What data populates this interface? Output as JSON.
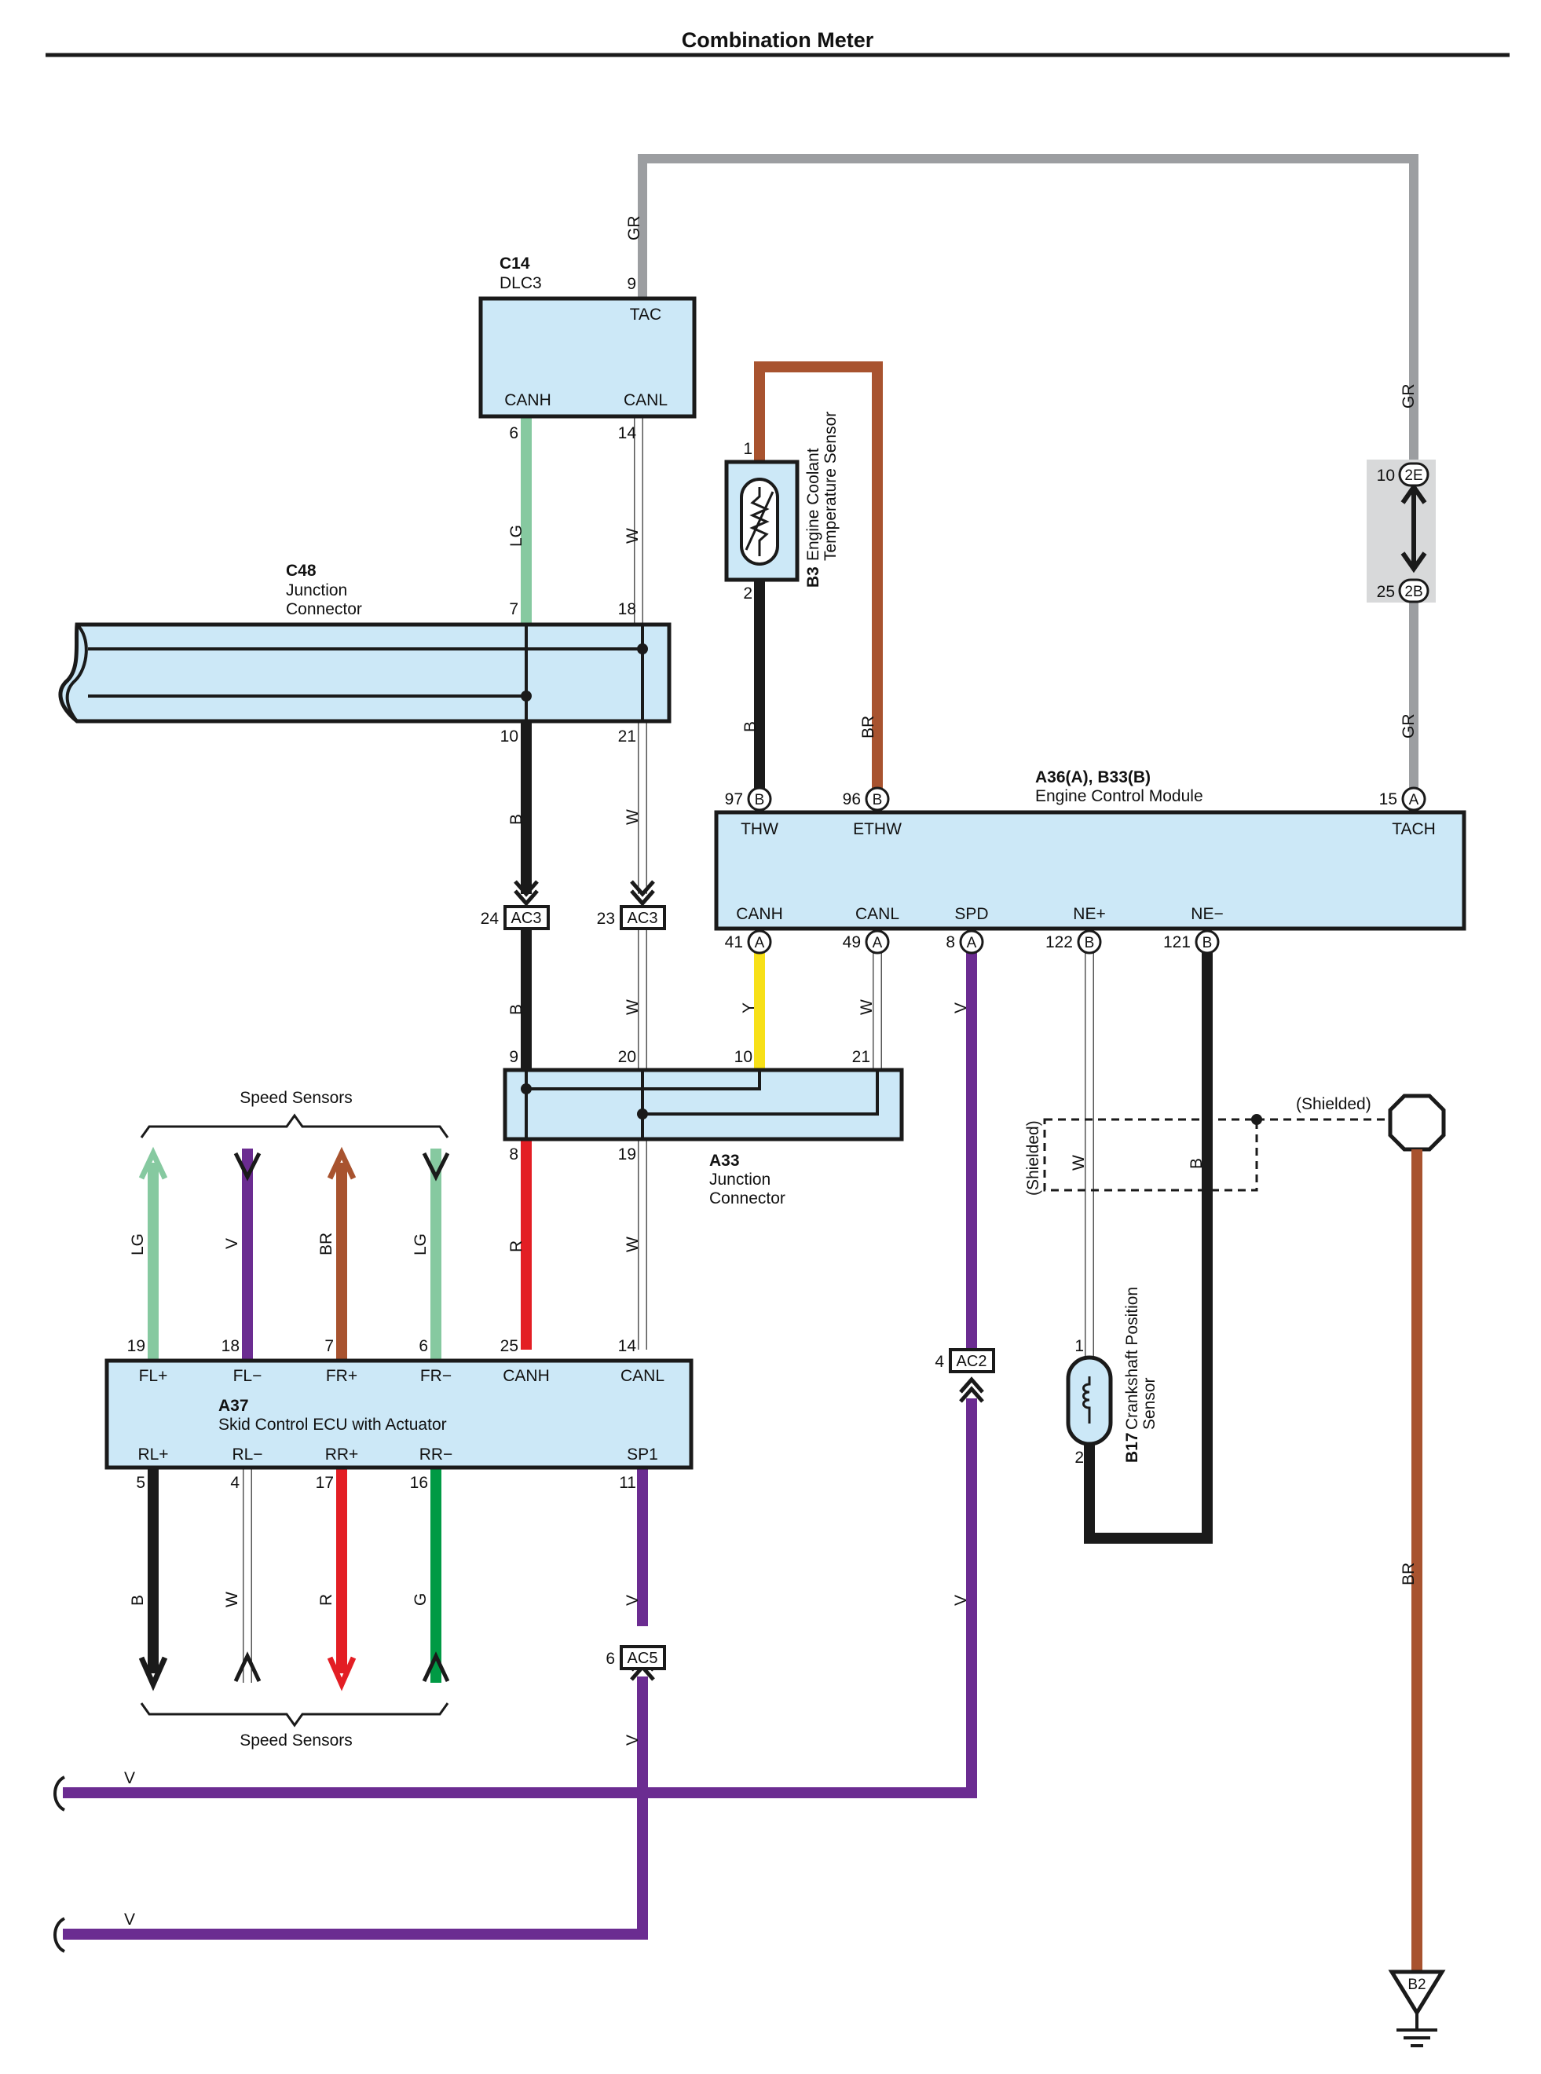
{
  "title": "Combination Meter",
  "components": {
    "c14": {
      "id": "C14",
      "name": "DLC3",
      "tac": "TAC",
      "canh": "CANH",
      "canl": "CANL",
      "pin_tac": "9",
      "pin_canh": "6",
      "pin_canl": "14"
    },
    "c48": {
      "id": "C48",
      "name_line1": "Junction",
      "name_line2": "Connector",
      "pin_7": "7",
      "pin_18": "18",
      "pin_10": "10",
      "pin_21": "21"
    },
    "b3": {
      "id": "B3",
      "name_line1": "Engine Coolant",
      "name_line2": "Temperature Sensor",
      "pin_1": "1",
      "pin_2": "2"
    },
    "ecm": {
      "id": "A36(A), B33(B)",
      "name": "Engine Control Module",
      "thw": "THW",
      "ethw": "ETHW",
      "tach": "TACH",
      "canh": "CANH",
      "canl": "CANL",
      "spd": "SPD",
      "nep": "NE+",
      "nem": "NE−",
      "pin_thw": "97",
      "pin_ethw": "96",
      "pin_tach": "15",
      "pin_canh": "41",
      "pin_canl": "49",
      "pin_spd": "8",
      "pin_nep": "122",
      "pin_nem": "121",
      "term_a": "A",
      "term_b": "B"
    },
    "a33": {
      "id": "A33",
      "name_line1": "Junction",
      "name_line2": "Connector",
      "pin_9": "9",
      "pin_20": "20",
      "pin_10": "10",
      "pin_21": "21",
      "pin_8": "8",
      "pin_19": "19"
    },
    "a37": {
      "id": "A37",
      "name": "Skid Control ECU with Actuator",
      "flp": "FL+",
      "flm": "FL−",
      "frp": "FR+",
      "frm": "FR−",
      "canh": "CANH",
      "canl": "CANL",
      "rlp": "RL+",
      "rlm": "RL−",
      "rrp": "RR+",
      "rrm": "RR−",
      "sp1": "SP1",
      "pin_19": "19",
      "pin_18": "18",
      "pin_7": "7",
      "pin_6": "6",
      "pin_25": "25",
      "pin_14": "14",
      "pin_5": "5",
      "pin_4": "4",
      "pin_17": "17",
      "pin_16": "16",
      "pin_11": "11"
    },
    "b17": {
      "id": "B17",
      "name_line1": "Crankshaft Position",
      "name_line2": "Sensor",
      "pin_1": "1",
      "pin_2": "2"
    },
    "b2": {
      "id": "B2"
    }
  },
  "connectors": {
    "ac3_24": {
      "pin": "24",
      "label": "AC3"
    },
    "ac3_23": {
      "pin": "23",
      "label": "AC3"
    },
    "ac2": {
      "pin": "4",
      "label": "AC2"
    },
    "ac5": {
      "pin": "6",
      "label": "AC5"
    },
    "j2e": {
      "pin": "10",
      "label": "2E"
    },
    "j2b": {
      "pin": "25",
      "label": "2B"
    }
  },
  "wire_colors": {
    "gr_top": "GR",
    "gr_mid": "GR",
    "gr_low": "GR",
    "lg": "LG",
    "w_c14": "W",
    "b_b3": "B",
    "br_b3": "BR",
    "b_c48": "B",
    "w_c48": "W",
    "b_ac3": "B",
    "w_ac3": "W",
    "y": "Y",
    "w_ecm": "W",
    "v_spd": "V",
    "r_a33": "R",
    "w_a33": "W",
    "w_shield": "W",
    "b_shield": "B",
    "ss_lg1": "LG",
    "ss_v": "V",
    "ss_br": "BR",
    "ss_lg2": "LG",
    "rs_b": "B",
    "rs_w": "W",
    "rs_r": "R",
    "rs_g": "G",
    "v_sp1": "V",
    "v_ac5": "V",
    "v_ac2": "V",
    "br_ground": "BR",
    "v_bottom1": "V",
    "v_bottom2": "V"
  },
  "labels": {
    "speed_sensors_top": "Speed Sensors",
    "speed_sensors_bottom": "Speed Sensors",
    "shielded_1": "(Shielded)",
    "shielded_2": "(Shielded)"
  },
  "colors": {
    "gray": "#9c9ea1",
    "lightgreen": "#86c9a0",
    "brown": "#a8532f",
    "yellow": "#f7e018",
    "purple": "#6b2c91",
    "red": "#e31e24",
    "green": "#009a44",
    "black": "#1a1a1a",
    "box_fill": "#cce8f7"
  }
}
